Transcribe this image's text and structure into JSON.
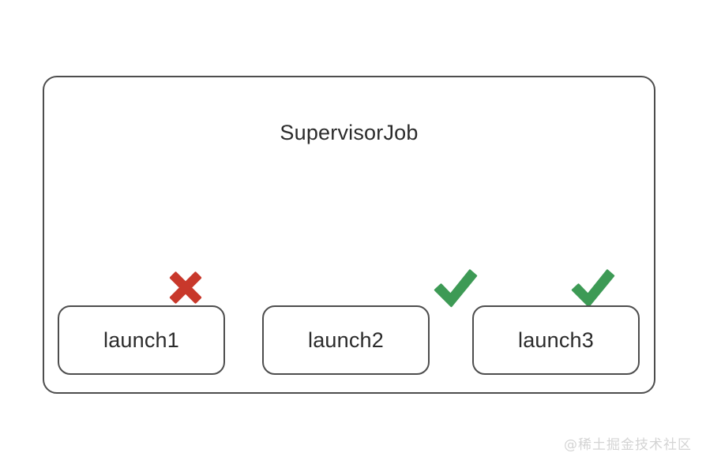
{
  "diagram": {
    "title": "SupervisorJob",
    "container_name": "supervisor-job-container",
    "border_color": "#4d4d4d",
    "background_color": "#ffffff",
    "text_color": "#2b2b2b"
  },
  "children": [
    {
      "label": "launch1",
      "status": "failed",
      "status_icon": "cross-mark-icon",
      "status_glyph": "✖",
      "status_color": "#c8382b"
    },
    {
      "label": "launch2",
      "status": "succeeded",
      "status_icon": "check-mark-icon",
      "status_glyph": "✔",
      "status_color": "#3d9a55"
    },
    {
      "label": "launch3",
      "status": "succeeded",
      "status_icon": "check-mark-icon",
      "status_glyph": "✔",
      "status_color": "#3d9a55"
    }
  ],
  "watermark": {
    "text": "@稀土掘金技术社区",
    "color": "#d4d4d4"
  }
}
